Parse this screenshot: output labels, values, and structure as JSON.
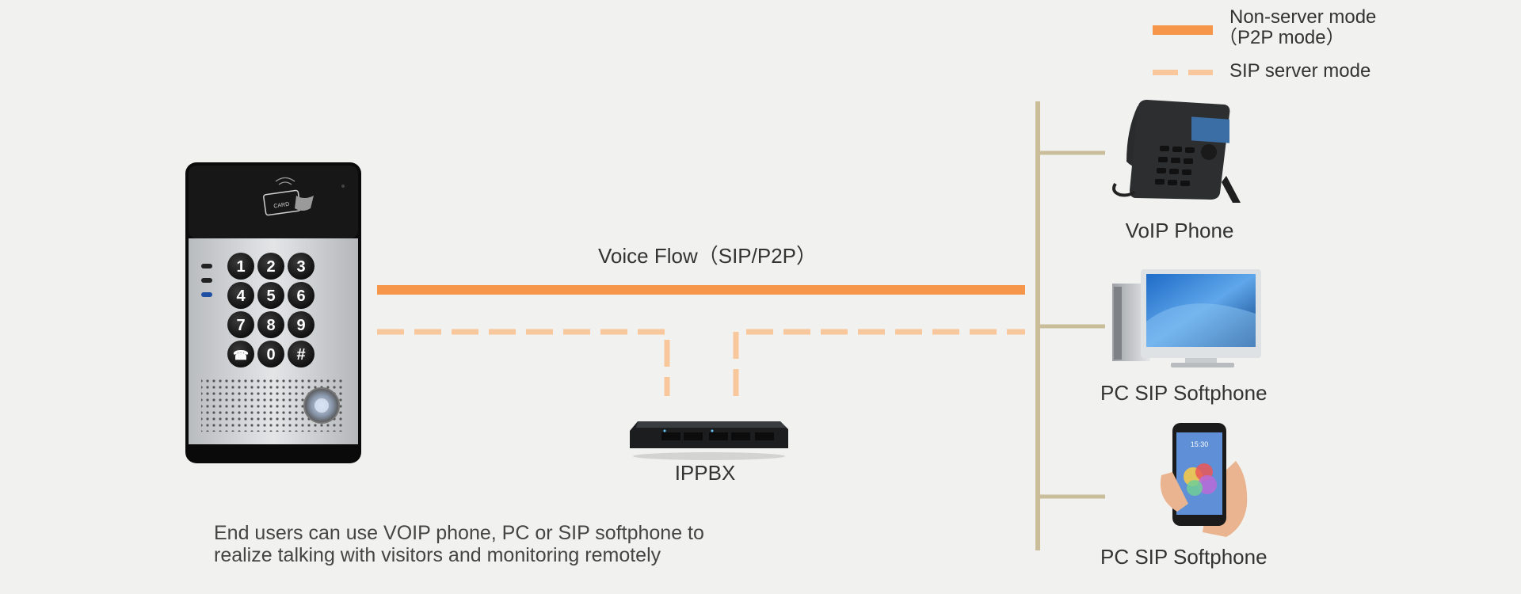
{
  "legend": {
    "p2p_line1": "Non-server mode",
    "p2p_line2": "（P2P mode）",
    "sip": "SIP server mode"
  },
  "voice_flow_label": "Voice Flow（SIP/P2P）",
  "ippbx_label": "IPPBX",
  "devices": [
    {
      "label": "VoIP Phone"
    },
    {
      "label": "PC SIP Softphone"
    },
    {
      "label": "PC SIP Softphone"
    }
  ],
  "intercom": {
    "card_text": "CARD",
    "keys": [
      "1",
      "2",
      "3",
      "4",
      "5",
      "6",
      "7",
      "8",
      "9",
      "☎",
      "0",
      "#"
    ]
  },
  "phone_screen_time": "15:30",
  "description": {
    "line1": "End users can use VOIP phone, PC or SIP softphone to",
    "line2": "realize talking with visitors and monitoring remotely"
  },
  "colors": {
    "orange_solid": "#f5964a",
    "orange_dashed": "#f9c79c",
    "bus": "#c9bd9a"
  }
}
